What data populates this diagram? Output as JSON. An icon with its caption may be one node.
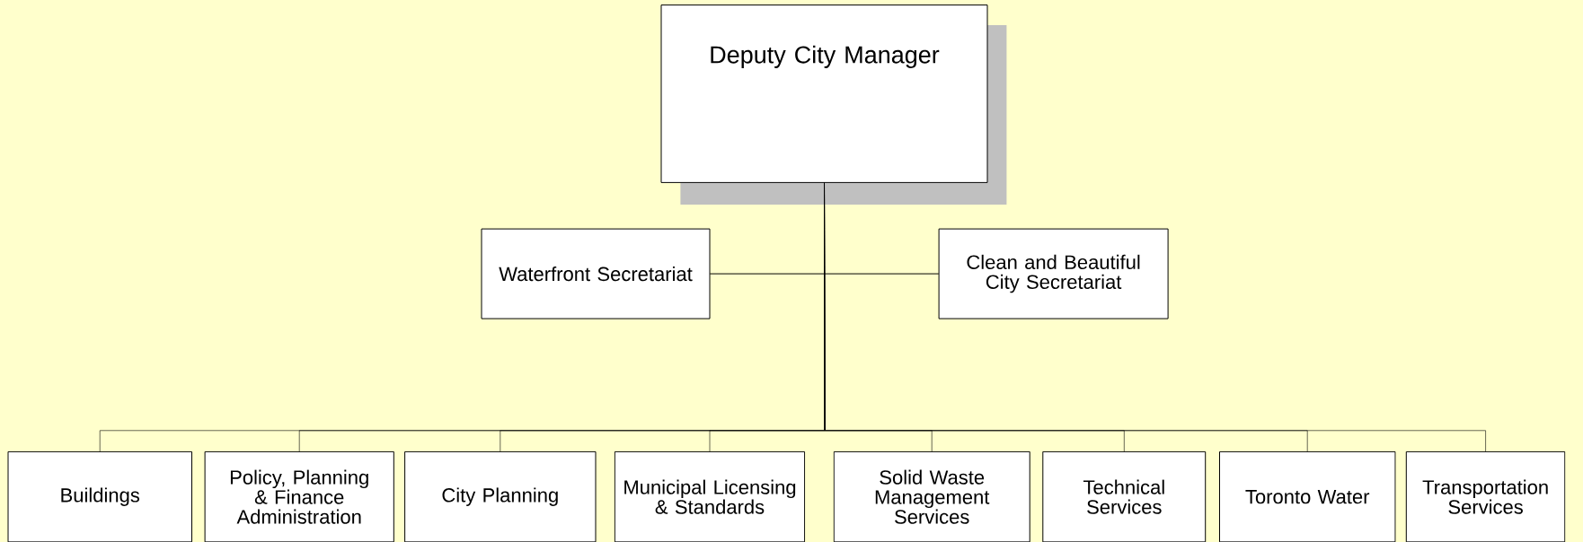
{
  "diagram": {
    "nodes": [
      {
        "text": [
          "Deputy City Manager"
        ]
      },
      {
        "text": [
          "Waterfront Secretariat"
        ]
      },
      {
        "text": [
          "Clean and Beautiful City Secretariat"
        ]
      },
      {
        "text": [
          "Buildings"
        ]
      },
      {
        "text": [
          "Policy, Planning & Finance Administration"
        ]
      },
      {
        "text": [
          "City Planning"
        ]
      },
      {
        "text": [
          "Municipal Licensing & Standards"
        ]
      },
      {
        "text": [
          "Solid Waste Management Services"
        ]
      },
      {
        "text": [
          "Technical Services"
        ]
      },
      {
        "text": [
          "Toronto Water"
        ]
      },
      {
        "text": [
          "Transportation Services"
        ]
      }
    ],
    "edges": [
      {
        "from": 0,
        "to": 1,
        "arrow": "none"
      },
      {
        "from": 0,
        "to": 2,
        "arrow": "none"
      },
      {
        "from": 0,
        "to": 3,
        "arrow": "none"
      },
      {
        "from": 0,
        "to": 4,
        "arrow": "none"
      },
      {
        "from": 0,
        "to": 5,
        "arrow": "none"
      },
      {
        "from": 0,
        "to": 6,
        "arrow": "none"
      },
      {
        "from": 0,
        "to": 7,
        "arrow": "none"
      },
      {
        "from": 0,
        "to": 8,
        "arrow": "none"
      },
      {
        "from": 0,
        "to": 9,
        "arrow": "none"
      },
      {
        "from": 0,
        "to": 10,
        "arrow": "none"
      }
    ]
  }
}
